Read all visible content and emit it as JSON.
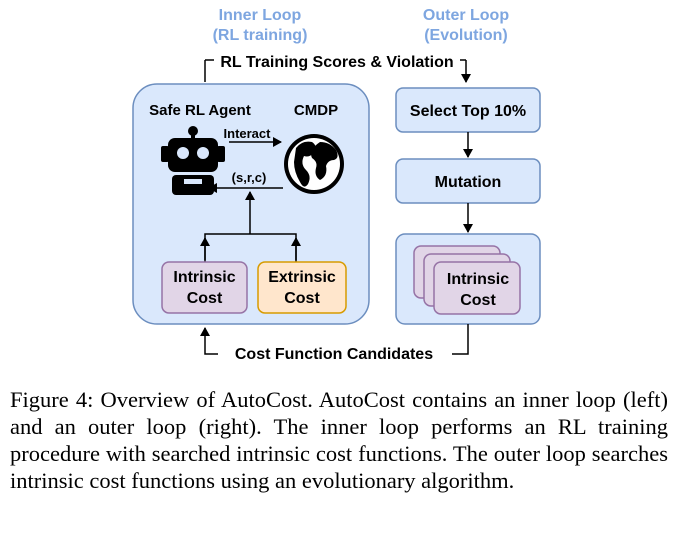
{
  "diagram": {
    "inner_loop_title": [
      "Inner Loop",
      "(RL training)"
    ],
    "outer_loop_title": [
      "Outer Loop",
      "(Evolution)"
    ],
    "top_arrow_label": "RL Training Scores & Violation",
    "bottom_arrow_label": "Cost Function Candidates",
    "agent_label": "Safe RL Agent",
    "env_label": "CMDP",
    "interact_label": "Interact",
    "feedback_label": "(s,r,c)",
    "intrinsic_cost": [
      "Intrinsic",
      "Cost"
    ],
    "extrinsic_cost": [
      "Extrinsic",
      "Cost"
    ],
    "select_label": "Select Top 10%",
    "mutation_label": "Mutation",
    "candidate_cost": [
      "Intrinsic",
      "Cost"
    ]
  },
  "caption": "Figure 4: Overview of AutoCost. AutoCost contains an inner loop (left) and an outer loop (right). The inner loop performs an RL training procedure with searched intrinsic cost functions. The outer loop searches intrinsic cost functions using an evolutionary algorithm.",
  "colors": {
    "loop_title": "#7ea6e0",
    "panel_fill": "#dae8fc",
    "panel_stroke": "#6c8ebf",
    "intrinsic_fill": "#e1d5e7",
    "intrinsic_stroke": "#9673a6",
    "extrinsic_fill": "#ffe6cc",
    "extrinsic_stroke": "#d79b00"
  },
  "icons": [
    "robot-icon",
    "globe-icon"
  ]
}
